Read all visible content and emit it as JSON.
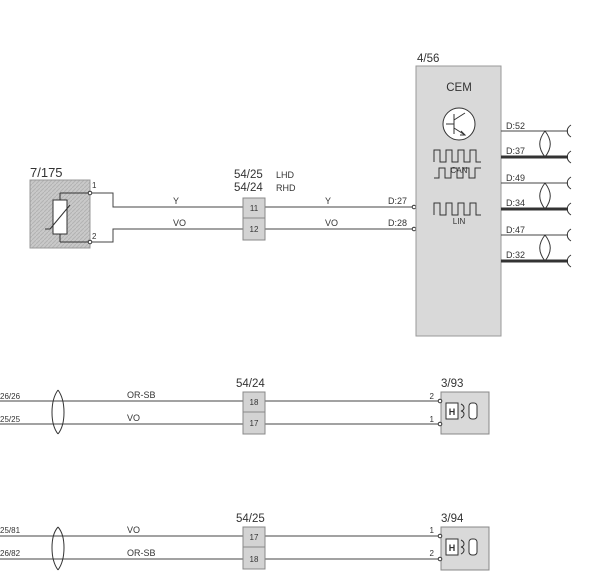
{
  "top": {
    "sensor": {
      "ref": "7/175",
      "pin1": "1",
      "pin2": "2"
    },
    "connector": {
      "refs": [
        "54/25",
        "54/24"
      ],
      "sides": [
        "LHD",
        "RHD"
      ],
      "pins": [
        "11",
        "12"
      ]
    },
    "wires": [
      {
        "color_left": "Y",
        "color_right": "Y",
        "cem_pin": "D:27"
      },
      {
        "color_left": "VO",
        "color_right": "VO",
        "cem_pin": "D:28"
      }
    ],
    "cem": {
      "ref": "4/56",
      "name": "CEM",
      "bus_labels": [
        "CAN",
        "LIN"
      ],
      "outputs": [
        "D:52",
        "D:37",
        "D:49",
        "D:34",
        "D:47",
        "D:32"
      ]
    }
  },
  "middle": {
    "left_refs": [
      "26/26",
      "25/25"
    ],
    "wires": [
      "OR-SB",
      "VO"
    ],
    "connector": {
      "ref": "54/24",
      "pins": [
        "18",
        "17"
      ]
    },
    "heater": {
      "ref": "3/93",
      "pins": [
        "2",
        "1"
      ],
      "label": "H"
    }
  },
  "bottom": {
    "left_refs": [
      "25/81",
      "26/82"
    ],
    "wires": [
      "VO",
      "OR-SB"
    ],
    "connector": {
      "ref": "54/25",
      "pins": [
        "17",
        "18"
      ]
    },
    "heater": {
      "ref": "3/94",
      "pins": [
        "1",
        "2"
      ],
      "label": "H"
    }
  }
}
